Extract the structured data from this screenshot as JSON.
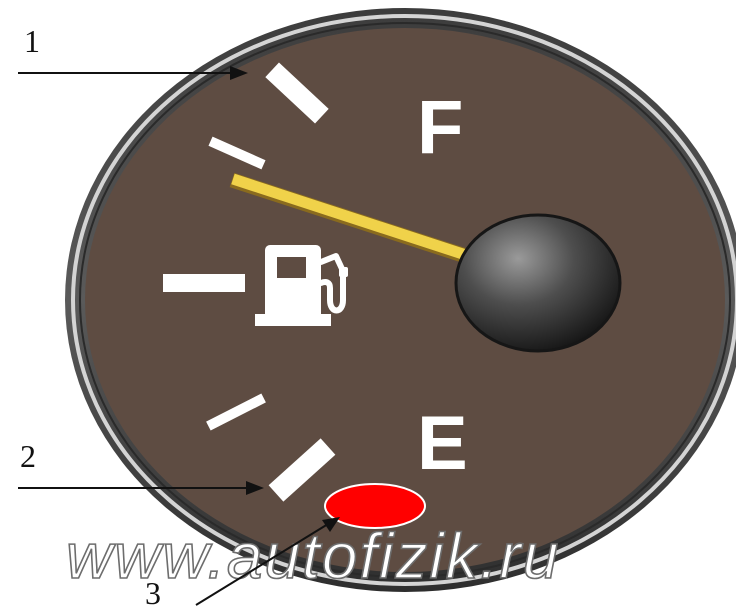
{
  "gauge": {
    "full_label": "F",
    "empty_label": "E",
    "icon": "fuel-pump-icon",
    "warning_light_color": "#ff0000",
    "dial_color": "#5e4c42",
    "needle_color": "#f0d24a"
  },
  "callouts": [
    {
      "label": "1"
    },
    {
      "label": "2"
    },
    {
      "label": "3"
    }
  ],
  "watermark": "www.autofizik.ru"
}
